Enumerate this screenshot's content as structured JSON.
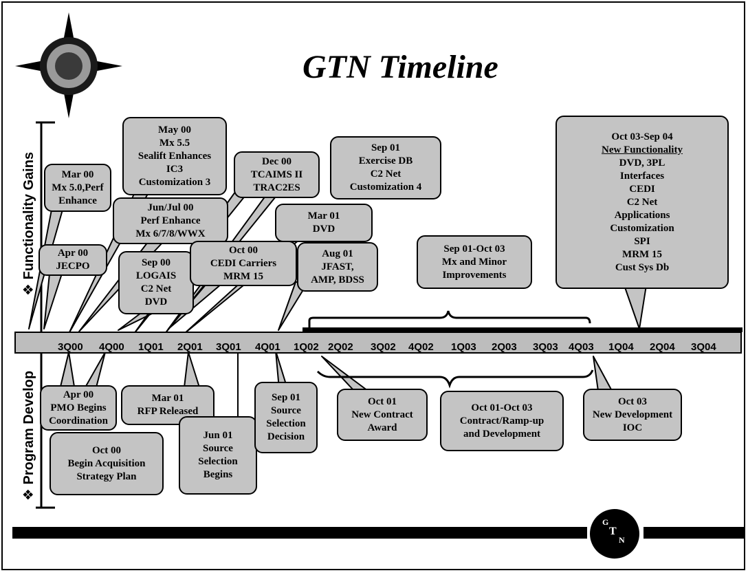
{
  "title": "GTN Timeline",
  "axis_labels": {
    "upper": "Functionality Gains",
    "lower": "Program Develop"
  },
  "timeline_ticks": [
    "3Q00",
    "4Q00",
    "1Q01",
    "2Q01",
    "3Q01",
    "4Q01",
    "1Q02",
    "2Q02",
    "3Q02",
    "4Q02",
    "1Q03",
    "2Q03",
    "3Q03",
    "4Q03",
    "1Q04",
    "2Q04",
    "3Q04"
  ],
  "functionality_callouts": [
    {
      "lines": [
        "Mar 00",
        "Mx 5.0,Perf",
        "Enhance"
      ]
    },
    {
      "lines": [
        "May 00",
        "Mx 5.5",
        "Sealift Enhances",
        "IC3",
        "Customization 3"
      ]
    },
    {
      "lines": [
        "Apr 00",
        "JECPO"
      ]
    },
    {
      "lines": [
        "Jun/Jul 00",
        "Perf Enhance",
        "Mx 6/7/8/WWX"
      ]
    },
    {
      "lines": [
        "Sep 00",
        "LOGAIS",
        "C2 Net",
        "DVD"
      ]
    },
    {
      "lines": [
        "Dec 00",
        "TCAIMS II",
        "TRAC2ES"
      ]
    },
    {
      "lines": [
        "Oct 00",
        "CEDI Carriers",
        "MRM 15"
      ]
    },
    {
      "lines": [
        "Sep 01",
        "Exercise DB",
        "C2 Net",
        "Customization 4"
      ]
    },
    {
      "lines": [
        "Mar 01",
        "DVD"
      ]
    },
    {
      "lines": [
        "Aug 01",
        "JFAST,",
        "AMP, BDSS"
      ]
    },
    {
      "lines": [
        "Sep 01-Oct 03",
        "Mx and Minor",
        "Improvements"
      ]
    },
    {
      "lines": [
        "Oct 03-Sep 04",
        "New Functionality",
        "DVD, 3PL",
        "Interfaces",
        "CEDI",
        "C2 Net",
        "Applications",
        "Customization",
        "SPI",
        "MRM 15",
        "Cust Sys Db"
      ]
    }
  ],
  "program_callouts": [
    {
      "lines": [
        "Apr 00",
        "PMO Begins",
        "Coordination"
      ]
    },
    {
      "lines": [
        "Mar 01",
        "RFP Released"
      ]
    },
    {
      "lines": [
        "Oct 00",
        "Begin Acquisition",
        "Strategy Plan"
      ]
    },
    {
      "lines": [
        "Jun 01",
        "Source",
        "Selection",
        "Begins"
      ]
    },
    {
      "lines": [
        "Sep 01",
        "Source",
        "Selection",
        "Decision"
      ]
    },
    {
      "lines": [
        "Oct 01",
        "New Contract",
        "Award"
      ]
    },
    {
      "lines": [
        "Oct 01-Oct 03",
        "Contract/Ramp-up",
        "and Development"
      ]
    },
    {
      "lines": [
        "Oct 03",
        "New Development",
        "IOC"
      ]
    }
  ],
  "logo": {
    "letters": [
      "G",
      "T",
      "N"
    ]
  }
}
